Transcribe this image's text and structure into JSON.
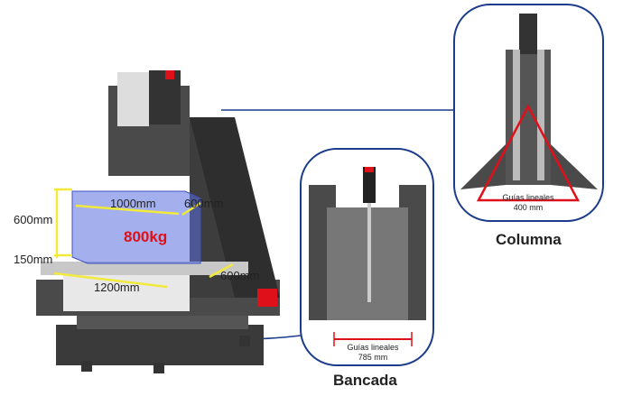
{
  "machine": {
    "dim_x": "1000mm",
    "dim_y": "600mm",
    "dim_z": "600mm",
    "dim_base": "150mm",
    "table_length": "1200mm",
    "table_width": "600mm",
    "load": "800kg"
  },
  "column_panel": {
    "caption": "Columna",
    "guide_label": "Guías lineales",
    "guide_value": "400 mm"
  },
  "bed_panel": {
    "caption": "Bancada",
    "guide_label": "Guías lineales",
    "guide_value": "785 mm"
  },
  "colors": {
    "frame": "#1b3c8c",
    "accent": "#e0101a",
    "dimension": "#f2ea3a",
    "workspace": "#5a6ee0"
  }
}
